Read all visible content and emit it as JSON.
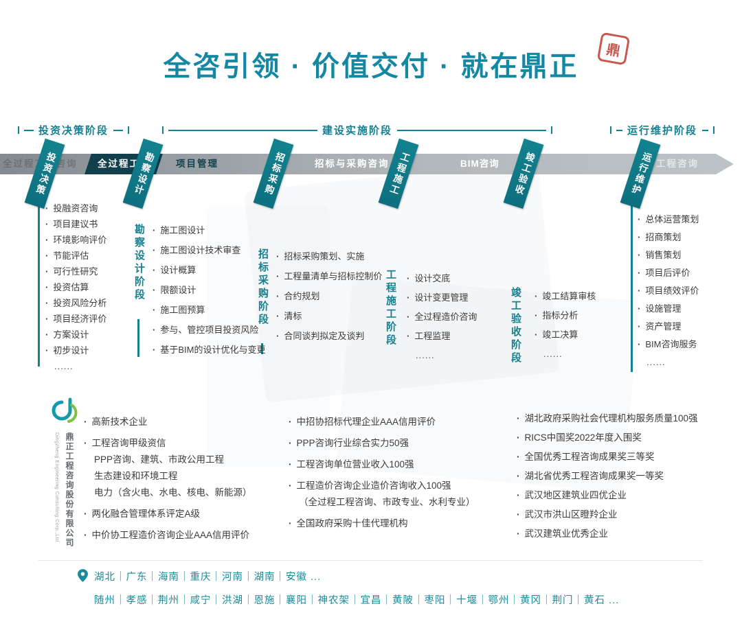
{
  "title": "全咨引领 · 价值交付 · 就在鼎正",
  "seal": {
    "char": "鼎"
  },
  "phases": [
    {
      "label": "投资决策阶段"
    },
    {
      "label": "建设实施阶段"
    },
    {
      "label": "运行维护阶段"
    }
  ],
  "band": {
    "left_watermark": "全过程工程咨询",
    "right_watermark": "工程咨询",
    "segments": [
      "全过程工程",
      "项目管理",
      "招标与采购咨询",
      "BIM咨询"
    ],
    "flags": [
      "投资决策",
      "勘察设计",
      "招标采购",
      "工程施工",
      "竣工验收",
      "运行维护"
    ]
  },
  "columns": [
    {
      "label": "",
      "items": [
        {
          "t": "投融资咨询",
          "c": "li"
        },
        {
          "t": "项目建议书",
          "c": "li"
        },
        {
          "t": "环境影响评价",
          "c": "li"
        },
        {
          "t": "节能评估",
          "c": "li"
        },
        {
          "t": "可行性研究",
          "c": "li"
        },
        {
          "t": "投资估算",
          "c": "li"
        },
        {
          "t": "投资风险分析",
          "c": "li"
        },
        {
          "t": "项目经济评价",
          "c": "li"
        },
        {
          "t": "方案设计",
          "c": "li"
        },
        {
          "t": "初步设计",
          "c": "li"
        },
        {
          "t": "......",
          "c": "dots"
        }
      ]
    },
    {
      "label": "勘察设计阶段",
      "items": [
        {
          "t": "施工图设计",
          "c": "li"
        },
        {
          "t": "施工图设计技术审查",
          "c": "li"
        },
        {
          "t": "设计概算",
          "c": "li"
        },
        {
          "t": "限额设计",
          "c": "li"
        },
        {
          "t": "施工图预算",
          "c": "li"
        },
        {
          "t": "参与、管控项目投资风险",
          "c": "li"
        },
        {
          "t": "基于BIM的设计优化与变更",
          "c": "li"
        }
      ]
    },
    {
      "label": "招标采购阶段",
      "items": [
        {
          "t": "招标采购策划、实施",
          "c": "li"
        },
        {
          "t": "工程量清单与招标控制价",
          "c": "li"
        },
        {
          "t": "合约规划",
          "c": "li"
        },
        {
          "t": "清标",
          "c": "li"
        },
        {
          "t": "合同谈判拟定及谈判",
          "c": "li"
        }
      ]
    },
    {
      "label": "工程施工阶段",
      "items": [
        {
          "t": "设计交底",
          "c": "li"
        },
        {
          "t": "设计变更管理",
          "c": "li"
        },
        {
          "t": "全过程造价咨询",
          "c": "li"
        },
        {
          "t": "工程监理",
          "c": "li"
        },
        {
          "t": "......",
          "c": "dots"
        }
      ]
    },
    {
      "label": "竣工验收阶段",
      "items": [
        {
          "t": "竣工结算审核",
          "c": "li"
        },
        {
          "t": "指标分析",
          "c": "li"
        },
        {
          "t": "竣工决算",
          "c": "li"
        },
        {
          "t": "......",
          "c": "dots"
        }
      ]
    },
    {
      "label": "",
      "items": [
        {
          "t": "总体运营策划",
          "c": "li"
        },
        {
          "t": "招商策划",
          "c": "li"
        },
        {
          "t": "销售策划",
          "c": "li"
        },
        {
          "t": "项目后评价",
          "c": "li"
        },
        {
          "t": "项目绩效评价",
          "c": "li"
        },
        {
          "t": "设施管理",
          "c": "li"
        },
        {
          "t": "资产管理",
          "c": "li"
        },
        {
          "t": "BIM咨询服务",
          "c": "li"
        },
        {
          "t": "......",
          "c": "dots"
        }
      ]
    }
  ],
  "company": {
    "name_cn": "鼎正工程咨询股份有限公司",
    "name_en": "Dingzheng Engineering Consulting Corp.,Ltd"
  },
  "awards": {
    "col1": [
      {
        "t": "高新技术企业",
        "c": "li"
      },
      {
        "t": "工程咨询甲级资信",
        "c": "li"
      },
      {
        "t": "PPP咨询、建筑、市政公用工程",
        "c": "sub"
      },
      {
        "t": "生态建设和环境工程",
        "c": "sub"
      },
      {
        "t": "电力（含火电、水电、核电、新能源）",
        "c": "sub"
      },
      {
        "t": "两化融合管理体系评定A级",
        "c": "li"
      },
      {
        "t": "中价协工程造价咨询企业AAA信用评价",
        "c": "li"
      }
    ],
    "col2": [
      {
        "t": "中招协招标代理企业AAA信用评价",
        "c": "li"
      },
      {
        "t": "PPP咨询行业综合实力50强",
        "c": "li"
      },
      {
        "t": "工程咨询单位营业收入100强",
        "c": "li"
      },
      {
        "t": "工程造价咨询企业造价咨询收入100强",
        "c": "li"
      },
      {
        "t": "（全过程工程咨询、市政专业、水利专业）",
        "c": "sub"
      },
      {
        "t": "全国政府采购十佳代理机构",
        "c": "li"
      }
    ],
    "col3": [
      {
        "t": "湖北政府采购社会代理机构服务质量100强",
        "c": "li"
      },
      {
        "t": "RICS中国奖2022年度入围奖",
        "c": "li"
      },
      {
        "t": "全国优秀工程咨询成果奖三等奖",
        "c": "li"
      },
      {
        "t": "湖北省优秀工程咨询成果奖一等奖",
        "c": "li"
      },
      {
        "t": "武汉地区建筑业四优企业",
        "c": "li"
      },
      {
        "t": "武汉市洪山区瞪羚企业",
        "c": "li"
      },
      {
        "t": "武汉建筑业优秀企业",
        "c": "li"
      }
    ]
  },
  "locations": {
    "provinces": "湖北｜广东｜海南｜重庆｜河南｜湖南｜安徽  ...",
    "cities": "随州｜孝感｜荆州｜咸宁｜洪湖｜恩施｜襄阳｜神农架｜宜昌｜黄陂｜枣阳｜十堰｜鄂州｜黄冈｜荆门｜黄石  ..."
  }
}
